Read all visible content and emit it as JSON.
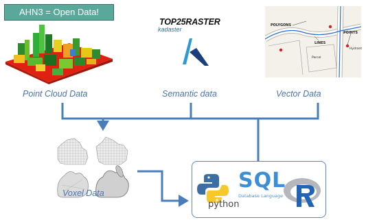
{
  "point_cloud": {
    "badge": "AHN3 = Open Data!",
    "label": "Point Cloud Data"
  },
  "semantic": {
    "logo_title": "TOP25RASTER",
    "logo_sub": "kadaster",
    "label": "Semantic data"
  },
  "vector": {
    "label": "Vector Data",
    "map_labels": {
      "polygons": "POLYGONS",
      "points": "POINTS",
      "lines": "LINES",
      "parcel": "Parcel",
      "hydrant": "Hydrant"
    }
  },
  "voxel": {
    "label": "Voxel Data"
  },
  "tools": {
    "python_label": "python",
    "sql_label": "SQL",
    "sql_sub": "Database Language",
    "r_label": "R"
  },
  "colors": {
    "arrow": "#4a7ebb",
    "label_text": "#4a74b0",
    "badge_bg": "#5aa89a",
    "sql_blue": "#3b8ed6",
    "r_blue": "#2264b4"
  }
}
